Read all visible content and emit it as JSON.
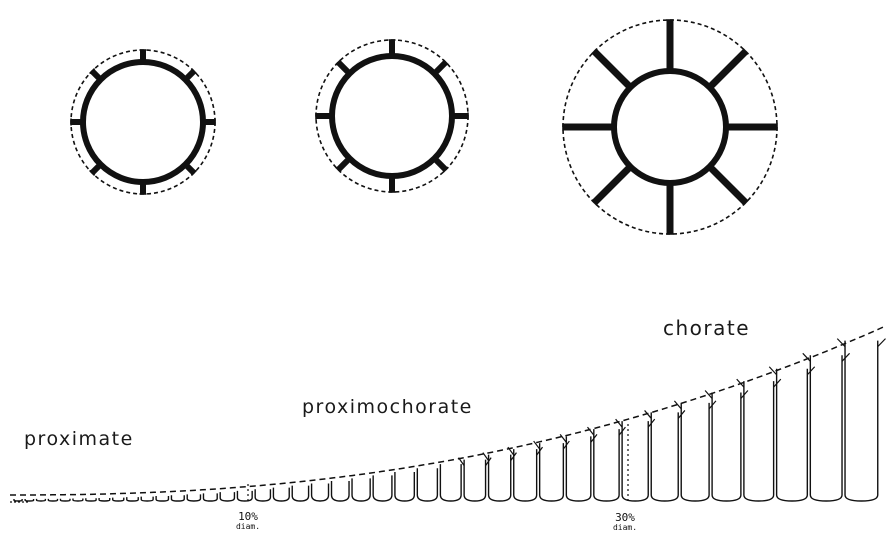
{
  "labels": {
    "proximate": "proximate",
    "proximochorate": "proximochorate",
    "chorate": "chorate"
  },
  "annotations": [
    {
      "pct": "10%",
      "unit": "diam."
    },
    {
      "pct": "30%",
      "unit": "diam."
    }
  ],
  "cysts": [
    {
      "name": "proximate-cyst",
      "process_count": 8
    },
    {
      "name": "proximochorate-cyst",
      "process_count": 8
    },
    {
      "name": "chorate-cyst",
      "process_count": 8
    }
  ],
  "colors": {
    "ink": "#111111",
    "background": "#ffffff"
  }
}
